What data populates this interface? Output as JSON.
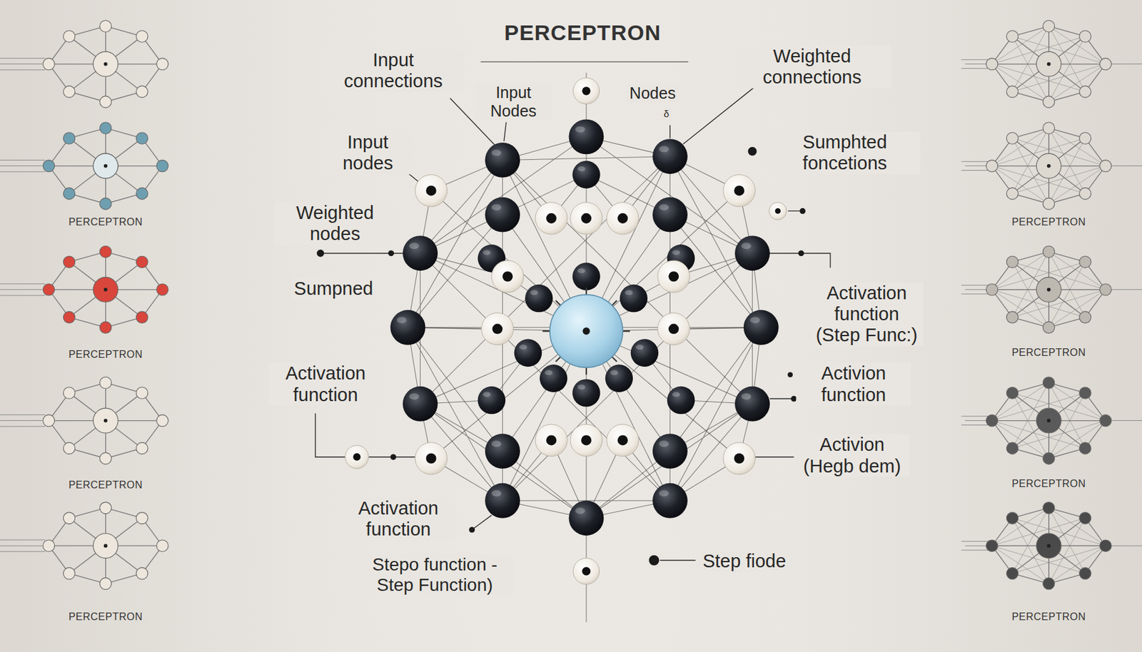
{
  "diagram": {
    "title": "PERCEPTRON",
    "labels": [
      "Input connections",
      "Input Nodes",
      "Nodes",
      "δ",
      "Weighted connections",
      "Input nodes",
      "Sumphted foncetions",
      "Weighted nodes",
      "Sumpned",
      "Activation function (Step Func:)",
      "Activation function",
      "Activion function",
      "Activion (Hegb dem)",
      "Activation function",
      "Stepo function -Step Function)",
      "Step fiode",
      "PERCEPTRON",
      "PERCEPTRON",
      "PERCEPTRON",
      "PERCEPTRON",
      "PERCEPTRON",
      "PERCEPTRON",
      "PERCEPTRON",
      "PERCEPTRON"
    ]
  }
}
